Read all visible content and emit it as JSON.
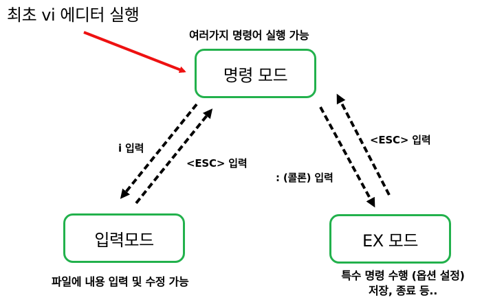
{
  "diagram": {
    "title": "최초 vi 에디터 실행",
    "command_mode": {
      "caption": "여러가지 명령어 실행 가능",
      "label": "명령 모드"
    },
    "input_mode": {
      "label": "입력모드",
      "caption": "파일에 내용 입력 및 수정 가능"
    },
    "ex_mode": {
      "label": "EX 모드",
      "caption_line1": "특수 명령 수행 (옵션 설정)",
      "caption_line2": "저장, 종료 등.."
    },
    "edges": {
      "to_input": "i 입력",
      "input_to_command": "<ESC> 입력",
      "to_ex": ": (콜론) 입력",
      "ex_to_command": "<ESC> 입력"
    },
    "colors": {
      "box_border": "#22b14c",
      "start_arrow": "#ee1111",
      "dashed_arrow": "#000000"
    }
  }
}
